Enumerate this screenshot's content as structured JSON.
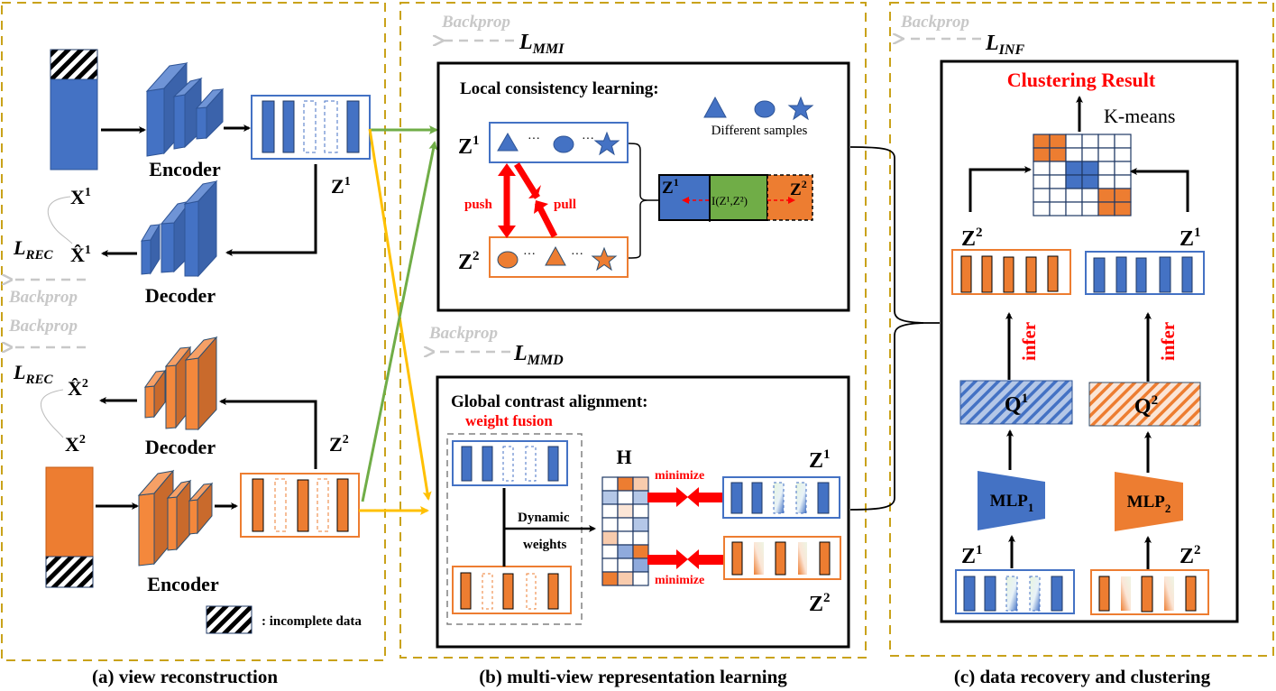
{
  "colors": {
    "blue": "#4472c4",
    "orange": "#ed7d31",
    "green": "#70ad47",
    "yellow": "#ffc000",
    "red": "#ff0000",
    "panel_border": "#c9a21a",
    "backprop_gray": "#c8c8c8"
  },
  "panel_a": {
    "caption": "(a) view reconstruction",
    "x1": "X",
    "x1_sup": "1",
    "x2": "X",
    "x2_sup": "2",
    "x1_hat": "X̂",
    "x1_hat_sup": "1",
    "x2_hat": "X̂",
    "x2_hat_sup": "2",
    "z1": "Z",
    "z1_sup": "1",
    "z2": "Z",
    "z2_sup": "2",
    "encoder_top": "Encoder",
    "decoder_top": "Decoder",
    "encoder_bottom": "Encoder",
    "decoder_bottom": "Decoder",
    "loss_rec": "L",
    "loss_rec_sub": "REC",
    "backprop_1": "Backprop",
    "backprop_2": "Backprop",
    "legend_text": ": incomplete data"
  },
  "panel_b": {
    "caption": "(b) multi-view representation learning",
    "backprop_mmi": "Backprop",
    "loss_mmi": "L",
    "loss_mmi_sub": "MMI",
    "backprop_mmd": "Backprop",
    "loss_mmd": "L",
    "loss_mmd_sub": "MMD",
    "local_title": "Local consistency learning:",
    "samples_label": "Different samples",
    "ellipsis": "···",
    "push": "push",
    "pull": "pull",
    "mi_label": "I(Z¹,Z²)",
    "z1": "Z",
    "z1_sup": "1",
    "z2": "Z",
    "z2_sup": "2",
    "global_title": "Global contrast alignment:",
    "weight_fusion": "weight fusion",
    "dynamic": "Dynamic",
    "weights": "weights",
    "h_label": "H",
    "minimize_top": "minimize",
    "minimize_bottom": "minimize",
    "h_matrix": [
      [
        "w",
        "o",
        "lo"
      ],
      [
        "lb",
        "w",
        "lb"
      ],
      [
        "w",
        "xo",
        "w"
      ],
      [
        "w",
        "w",
        "lb"
      ],
      [
        "lo",
        "w",
        "w"
      ],
      [
        "w",
        "mb",
        "o"
      ],
      [
        "w",
        "w",
        "mb"
      ],
      [
        "o",
        "lo",
        "w"
      ]
    ]
  },
  "panel_c": {
    "caption": "(c) data recovery and clustering",
    "backprop_inf": "Backprop",
    "loss_inf": "L",
    "loss_inf_sub": "INF",
    "clustering_result": "Clustering Result",
    "kmeans": "K-means",
    "z2_top": "Z",
    "z2_top_sup": "2",
    "z1_top": "Z",
    "z1_top_sup": "1",
    "infer_left": "infer",
    "infer_right": "infer",
    "q1": "Q",
    "q1_sup": "1",
    "q2": "Q",
    "q2_sup": "2",
    "mlp1": "MLP",
    "mlp1_sub": "1",
    "mlp2": "MLP",
    "mlp2_sub": "2",
    "z1_bottom": "Z",
    "z1_bottom_sup": "1",
    "z2_bottom": "Z",
    "z2_bottom_sup": "2",
    "cluster_matrix": [
      [
        "o",
        "o",
        "w",
        "w",
        "w",
        "w"
      ],
      [
        "o",
        "o",
        "w",
        "w",
        "w",
        "w"
      ],
      [
        "w",
        "w",
        "b",
        "b",
        "w",
        "w"
      ],
      [
        "w",
        "w",
        "b",
        "b",
        "w",
        "w"
      ],
      [
        "w",
        "w",
        "w",
        "w",
        "o",
        "o"
      ],
      [
        "w",
        "w",
        "w",
        "w",
        "o",
        "o"
      ]
    ]
  }
}
